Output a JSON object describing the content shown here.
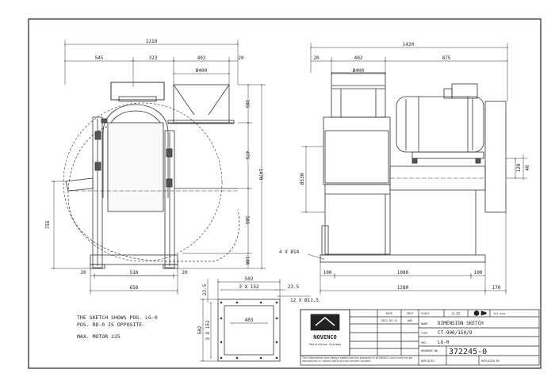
{
  "drawing": {
    "side_view": {
      "dims_top": [
        "1210",
        "545",
        "323",
        "402",
        "20"
      ],
      "dia_outlet": "Ø400",
      "dims_right": [
        "305",
        "475",
        "1470",
        "505",
        "100"
      ],
      "dim_left": "755",
      "dims_bottom": [
        "20",
        "510",
        "20"
      ],
      "dim_base": "650"
    },
    "front_view": {
      "dims_top": [
        "1420",
        "20",
        "402",
        "875"
      ],
      "dia_outlet": "Ø400",
      "dim_left": "Ø530",
      "dims_right": [
        "120",
        "40"
      ],
      "holes": "4 X Ø14",
      "dims_bottom": [
        "100",
        "1080",
        "100",
        "1280",
        "170"
      ]
    },
    "flange": {
      "dim_top": "502",
      "dim_pitch_h": "3 X 152",
      "dim_edge": "23.5",
      "dim_left": "23.5",
      "dim_pitch_v": "3 X 152",
      "dim_outer": "502",
      "dim_inner": "403",
      "holes": "12 X Ø11.5"
    },
    "notes": [
      "THE SKETCH SHOWS POS. LG-0",
      "POS. RD-0 IS OPPOSITE.",
      "MAX. MOTOR 225"
    ]
  },
  "title_block": {
    "logo_text": "NOVENCO",
    "company_sub": "Ventilation Systems",
    "rev_cells": [
      "",
      "DATE",
      "INIT",
      "",
      "2012-03-22",
      "AHS"
    ],
    "scale_label": "SCALE",
    "scale_value": "1:15",
    "projection_label": "1st ang.",
    "name_prefix": "NAME",
    "name": "DIMENSION SKETCH",
    "type_prefix": "TYPE",
    "type": "CT-900/150/9",
    "pos_prefix": "POS.",
    "pos": "LG-0",
    "drawing_no_label": "DRAWING NO.",
    "drawing_no": "372245-0",
    "replaces_label": "REPLACES",
    "replaced_by_label": "REPLACED BY",
    "disclaimer": "The information and design stated are the property of NOVENCO and must not be reproduced or copied without prior written consent."
  }
}
